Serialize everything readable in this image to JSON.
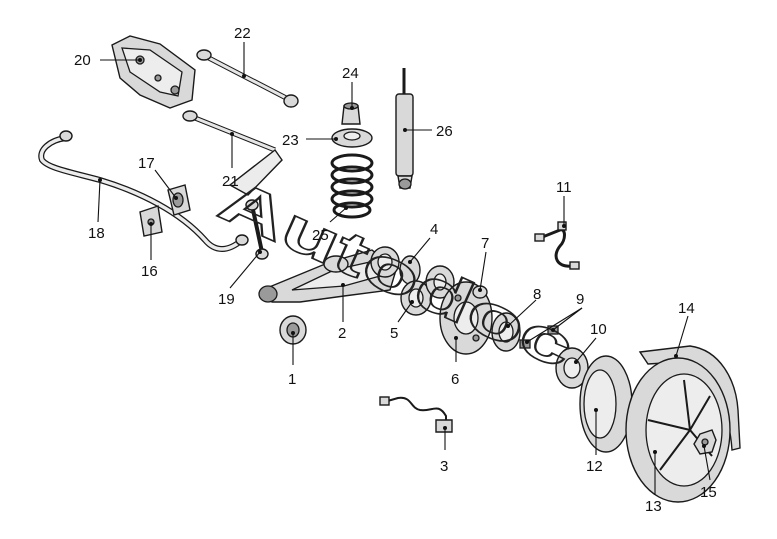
{
  "diagram": {
    "callouts": [
      {
        "id": "1",
        "label": "1"
      },
      {
        "id": "2",
        "label": "2"
      },
      {
        "id": "3",
        "label": "3"
      },
      {
        "id": "4",
        "label": "4"
      },
      {
        "id": "5",
        "label": "5"
      },
      {
        "id": "6",
        "label": "6"
      },
      {
        "id": "7",
        "label": "7"
      },
      {
        "id": "8",
        "label": "8"
      },
      {
        "id": "9",
        "label": "9"
      },
      {
        "id": "10",
        "label": "10"
      },
      {
        "id": "11",
        "label": "11"
      },
      {
        "id": "12",
        "label": "12"
      },
      {
        "id": "13",
        "label": "13"
      },
      {
        "id": "14",
        "label": "14"
      },
      {
        "id": "15",
        "label": "15"
      },
      {
        "id": "16",
        "label": "16"
      },
      {
        "id": "17",
        "label": "17"
      },
      {
        "id": "18",
        "label": "18"
      },
      {
        "id": "19",
        "label": "19"
      },
      {
        "id": "20",
        "label": "20"
      },
      {
        "id": "21",
        "label": "21"
      },
      {
        "id": "22",
        "label": "22"
      },
      {
        "id": "23",
        "label": "23"
      },
      {
        "id": "24",
        "label": "24"
      },
      {
        "id": "25",
        "label": "25"
      },
      {
        "id": "26",
        "label": "26"
      }
    ],
    "watermark": "Autodoc"
  }
}
